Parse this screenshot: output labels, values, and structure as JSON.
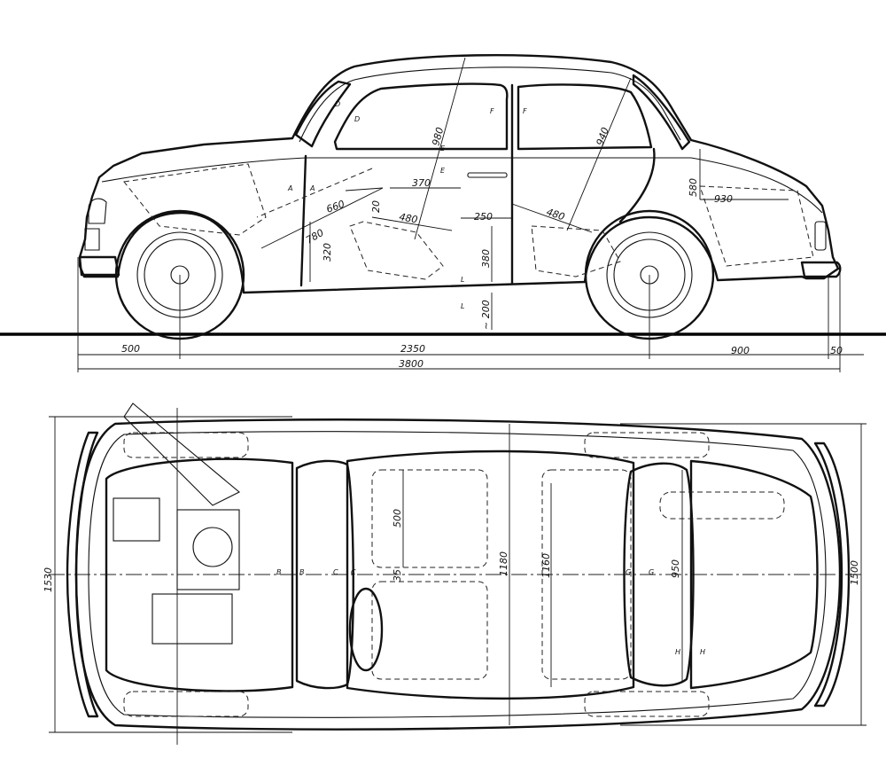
{
  "side_view": {
    "dims_bottom": [
      "500",
      "2350",
      "900",
      "50"
    ],
    "overall_length": "3800",
    "interior_dims": {
      "front_diag": "780",
      "seat_height": "320",
      "seat_to_pedal": "660",
      "seat_back": "370",
      "front_headroom": "980",
      "seat_depth_front": "480",
      "seat_gap": "250",
      "rear_seat_depth": "480",
      "rear_headroom": "940",
      "rear_floor": "380",
      "ground_clearance": "~ 200",
      "trunk_height": "580",
      "trunk_length": "930",
      "small_20": "20"
    },
    "section_marks": [
      "A",
      "A",
      "D",
      "D",
      "E",
      "E",
      "F",
      "F",
      "L",
      "L"
    ]
  },
  "top_view": {
    "overall_width": "1530",
    "rear_width": "1500",
    "front_seat_width": "500",
    "front_seat_gap": "35",
    "interior_front_width": "1180",
    "interior_rear_width": "1160",
    "rear_window_width": "950",
    "section_marks": [
      "B",
      "B",
      "C",
      "C",
      "G",
      "G",
      "H",
      "H"
    ]
  }
}
